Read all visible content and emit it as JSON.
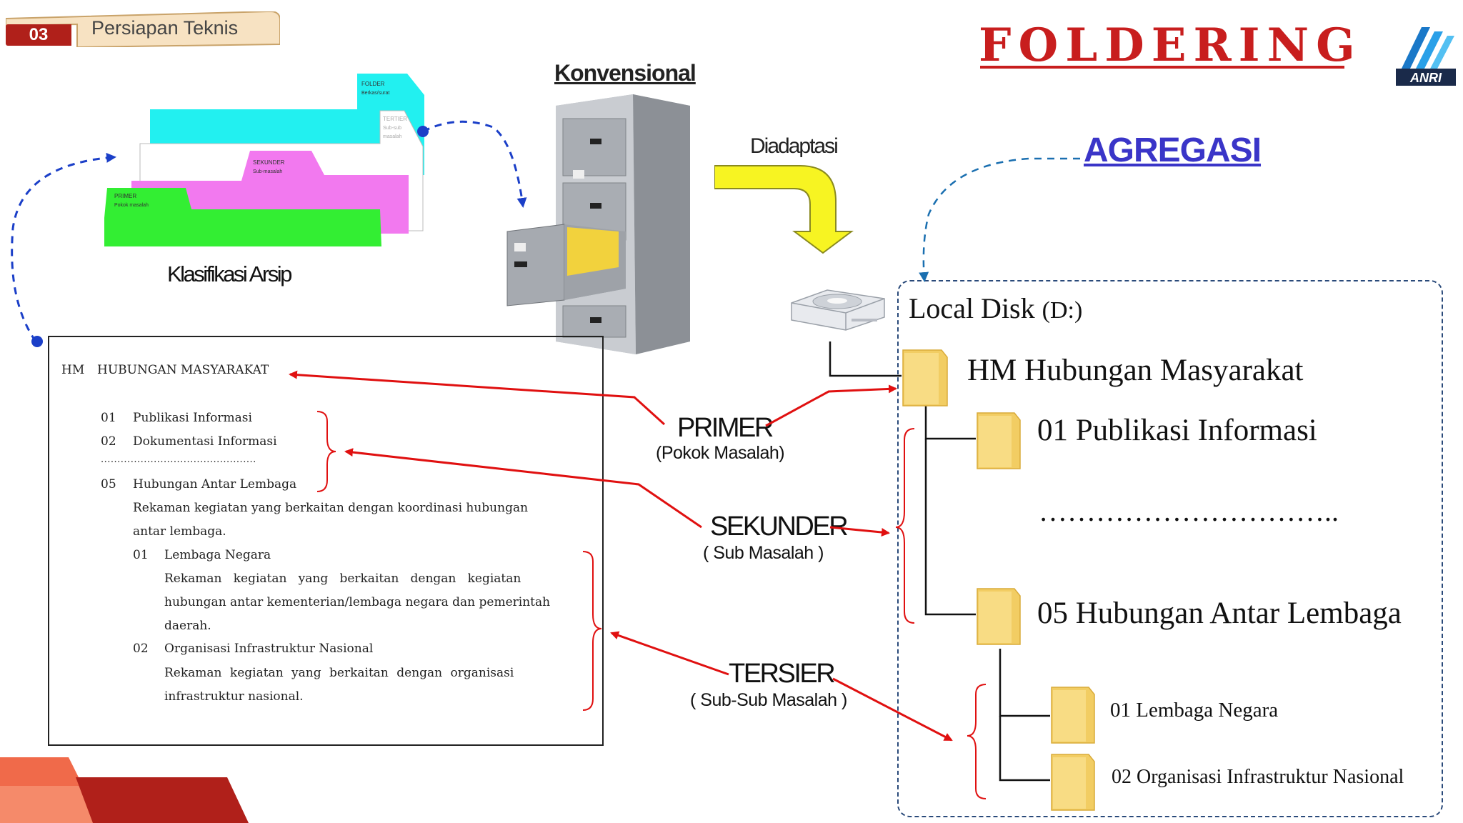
{
  "header": {
    "section_number": "03",
    "section_label": "Persiapan Teknis",
    "title": "FOLDERING",
    "logo_text": "ANRI"
  },
  "labels": {
    "konvensional": "Konvensional",
    "diadaptasi": "Diadaptasi",
    "agregasi": "AGREGASI",
    "klasifikasi": "Klasifikasi Arsip"
  },
  "folder_tabs": {
    "folder": [
      "FOLDER",
      "Berkas/surat"
    ],
    "tertier": [
      "TERTIER",
      "Sub-sub",
      "masalah"
    ],
    "sekunder": [
      "SEKUNDER",
      "Sub-masalah"
    ],
    "primer": [
      "PRIMER",
      "Pokok masalah"
    ]
  },
  "classification_doc": {
    "code": "HM",
    "heading": "HUBUNGAN MASYARAKAT",
    "items": [
      {
        "code": "01",
        "label": "Publikasi Informasi"
      },
      {
        "code": "02",
        "label": "Dokumentasi Informasi"
      }
    ],
    "dots": "...............................................",
    "item05": {
      "code": "05",
      "label": "Hubungan Antar Lembaga"
    },
    "item05_desc": [
      "Rekaman kegiatan yang berkaitan dengan koordinasi hubungan",
      "antar lembaga."
    ],
    "sub_items": [
      {
        "code": "01",
        "label": "Lembaga Negara",
        "desc": [
          "Rekaman   kegiatan   yang   berkaitan   dengan   kegiatan",
          "hubungan antar kementerian/lembaga negara dan pemerintah",
          "daerah."
        ]
      },
      {
        "code": "02",
        "label": "Organisasi Infrastruktur Nasional",
        "desc": [
          "Rekaman kegiatan yang berkaitan dengan organisasi",
          "infrastruktur nasional."
        ]
      }
    ]
  },
  "levels": [
    {
      "name": "PRIMER",
      "sub": "(Pokok Masalah)"
    },
    {
      "name": "SEKUNDER",
      "sub": "( Sub Masalah )"
    },
    {
      "name": "TERSIER",
      "sub": "( Sub-Sub Masalah )"
    }
  ],
  "disk": {
    "title": "Local Disk",
    "drive": "(D:)",
    "root": "HM Hubungan Masyarakat",
    "child1": "01 Publikasi Informasi",
    "ellipsis": "…………………………..",
    "child5": "05 Hubungan Antar Lembaga",
    "grand1": "01 Lembaga Negara",
    "grand2": "02 Organisasi Infrastruktur Nasional"
  },
  "colors": {
    "accent_red": "#c81e1e",
    "link_blue": "#3a35c8",
    "arrow_red": "#e01010",
    "dash_blue": "#1b3fc8",
    "folder_yellow": "#f2cd63",
    "tab_cyan": "#22f0f0",
    "tab_pink": "#f279ef",
    "tab_green": "#33ee33"
  }
}
